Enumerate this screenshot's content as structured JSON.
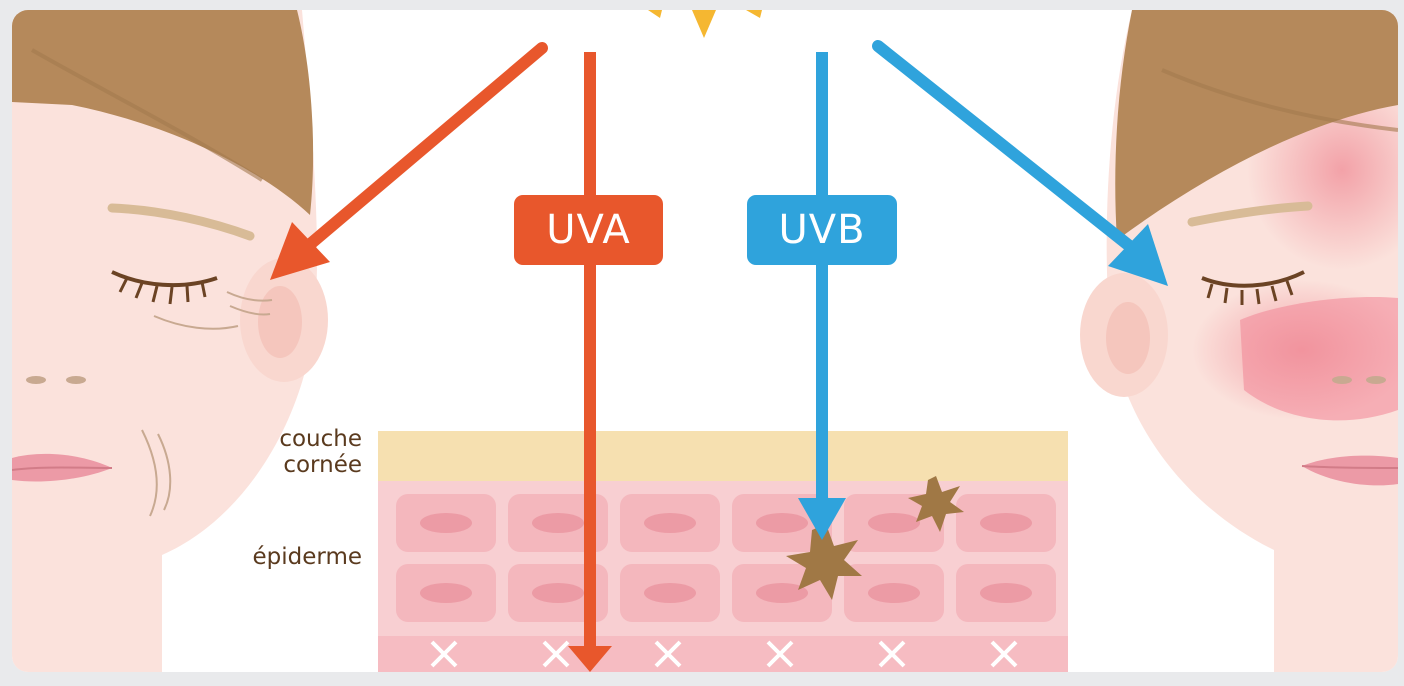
{
  "labels": {
    "couche_line1": "couche",
    "couche_line2": "cornée",
    "epiderme": "épiderme"
  },
  "rays": {
    "uva": {
      "label": "UVA",
      "color": "#e8572c"
    },
    "uvb": {
      "label": "UVB",
      "color": "#2fa3dc"
    }
  },
  "colors": {
    "stratum_corneum": "#f6e0b0",
    "epidermis": "#f8cfd2",
    "cell": "#f4b7bd",
    "nucleus": "#ec9ba5",
    "melanin": "#a07845",
    "hair": "#b08758",
    "skin": "#fbe2dc",
    "redness": "#f2a1a9"
  }
}
